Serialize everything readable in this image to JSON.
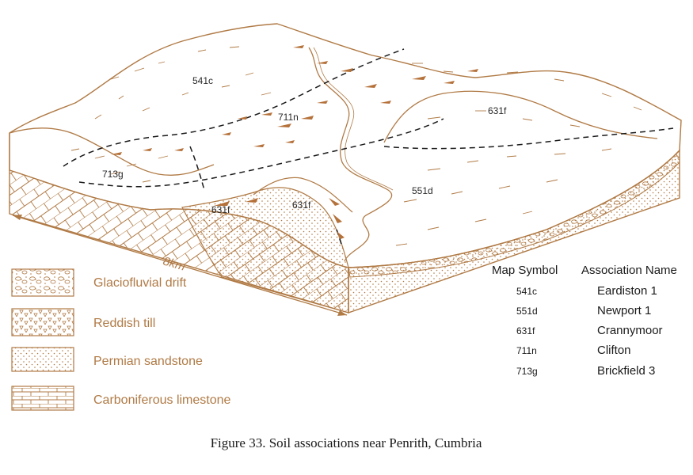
{
  "colors": {
    "ink": "#b07a45",
    "dark": "#1a1a1a",
    "patch": "#b5713a"
  },
  "scale": {
    "label": "8km"
  },
  "map_labels": {
    "l541c": "541c",
    "l711n": "711n",
    "l631f_right": "631f",
    "l713g": "713g",
    "l551d": "551d",
    "l631f_left": "631f",
    "l631f_front": "631f"
  },
  "legend": {
    "items": [
      {
        "label": "Glaciofluvial drift",
        "icon": "glaciofluvial-drift-swatch"
      },
      {
        "label": "Reddish till",
        "icon": "reddish-till-swatch"
      },
      {
        "label": "Permian sandstone",
        "icon": "permian-sandstone-swatch"
      },
      {
        "label": "Carboniferous limestone",
        "icon": "carboniferous-limestone-swatch"
      }
    ]
  },
  "table": {
    "header_symbol": "Map Symbol",
    "header_name": "Association Name",
    "rows": [
      {
        "symbol": "541c",
        "name": "Eardiston 1"
      },
      {
        "symbol": "551d",
        "name": "Newport 1"
      },
      {
        "symbol": "631f",
        "name": "Crannymoor"
      },
      {
        "symbol": "711n",
        "name": "Clifton"
      },
      {
        "symbol": "713g",
        "name": "Brickfield 3"
      }
    ]
  },
  "caption": "Figure 33. Soil associations near Penrith, Cumbria"
}
